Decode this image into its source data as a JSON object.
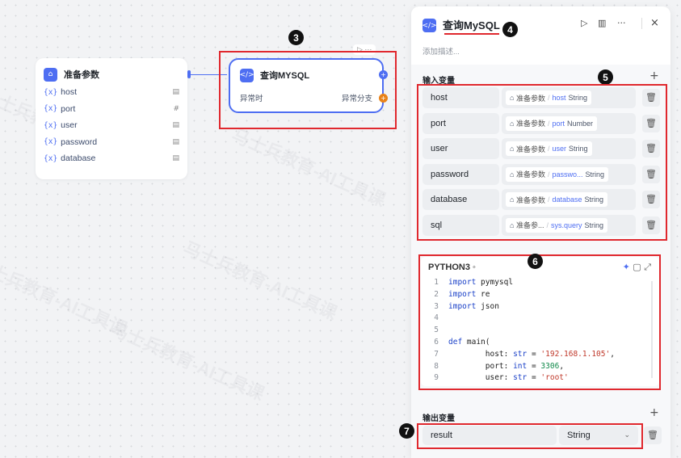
{
  "canvas": {
    "watermark": "马士兵教育-AI工具课"
  },
  "params_node": {
    "icon": "home-icon",
    "title": "准备参数",
    "var_prefix": "{x}",
    "params": [
      {
        "name": "host",
        "type_icon": "text-type-icon",
        "type_glyph": "▤"
      },
      {
        "name": "port",
        "type_icon": "number-type-icon",
        "type_glyph": "#"
      },
      {
        "name": "user",
        "type_icon": "text-type-icon",
        "type_glyph": "▤"
      },
      {
        "name": "password",
        "type_icon": "text-type-icon",
        "type_glyph": "▤"
      },
      {
        "name": "database",
        "type_icon": "text-type-icon",
        "type_glyph": "▤"
      }
    ]
  },
  "mysql_node": {
    "icon": "code-icon",
    "title": "查询MYSQL",
    "run_button": "▷ ···",
    "exception_left": "异常时",
    "exception_right": "异常分支"
  },
  "annotations": {
    "badge3": "3",
    "badge4": "4",
    "badge5": "5",
    "badge6": "6",
    "badge7": "7",
    "accent": "#e0282e"
  },
  "panel": {
    "icon": "code-icon",
    "title": "查询MySQL",
    "description_placeholder": "添加描述...",
    "toolbar": {
      "run": "▷",
      "layout": "▥",
      "more": "···",
      "close": "×"
    },
    "input_section": "输入变量",
    "add": "+",
    "inputs": [
      {
        "name": "host",
        "source": "准备参数",
        "var": "host",
        "type": "String"
      },
      {
        "name": "port",
        "source": "准备参数",
        "var": "port",
        "type": "Number"
      },
      {
        "name": "user",
        "source": "准备参数",
        "var": "user",
        "type": "String"
      },
      {
        "name": "password",
        "source": "准备参数",
        "var": "passwo...",
        "type": "String"
      },
      {
        "name": "database",
        "source": "准备参数",
        "var": "database",
        "type": "String"
      },
      {
        "name": "sql",
        "source": "准备参...",
        "var": "sys.query",
        "type": "String"
      }
    ],
    "code": {
      "language": "PYTHON3",
      "lines": [
        {
          "n": "1",
          "parts": [
            {
              "c": "kw",
              "t": "import"
            },
            {
              "c": "tx",
              "t": " pymysql"
            }
          ]
        },
        {
          "n": "2",
          "parts": [
            {
              "c": "kw",
              "t": "import"
            },
            {
              "c": "tx",
              "t": " re"
            }
          ]
        },
        {
          "n": "3",
          "parts": [
            {
              "c": "kw",
              "t": "import"
            },
            {
              "c": "tx",
              "t": " json"
            }
          ]
        },
        {
          "n": "4",
          "parts": []
        },
        {
          "n": "5",
          "parts": []
        },
        {
          "n": "6",
          "parts": [
            {
              "c": "kw",
              "t": "def"
            },
            {
              "c": "tx",
              "t": " main("
            }
          ]
        },
        {
          "n": "7",
          "parts": [
            {
              "c": "tx",
              "t": "        host: "
            },
            {
              "c": "kw",
              "t": "str"
            },
            {
              "c": "tx",
              "t": " = "
            },
            {
              "c": "str",
              "t": "'192.168.1.105'"
            },
            {
              "c": "tx",
              "t": ","
            }
          ]
        },
        {
          "n": "8",
          "parts": [
            {
              "c": "tx",
              "t": "        port: "
            },
            {
              "c": "kw",
              "t": "int"
            },
            {
              "c": "tx",
              "t": " = "
            },
            {
              "c": "num",
              "t": "3306"
            },
            {
              "c": "tx",
              "t": ","
            }
          ]
        },
        {
          "n": "9",
          "parts": [
            {
              "c": "tx",
              "t": "        user: "
            },
            {
              "c": "kw",
              "t": "str"
            },
            {
              "c": "tx",
              "t": " = "
            },
            {
              "c": "str",
              "t": "'root'"
            }
          ]
        }
      ]
    },
    "output_section": "输出变量",
    "outputs": [
      {
        "name": "result",
        "type": "String"
      }
    ]
  }
}
